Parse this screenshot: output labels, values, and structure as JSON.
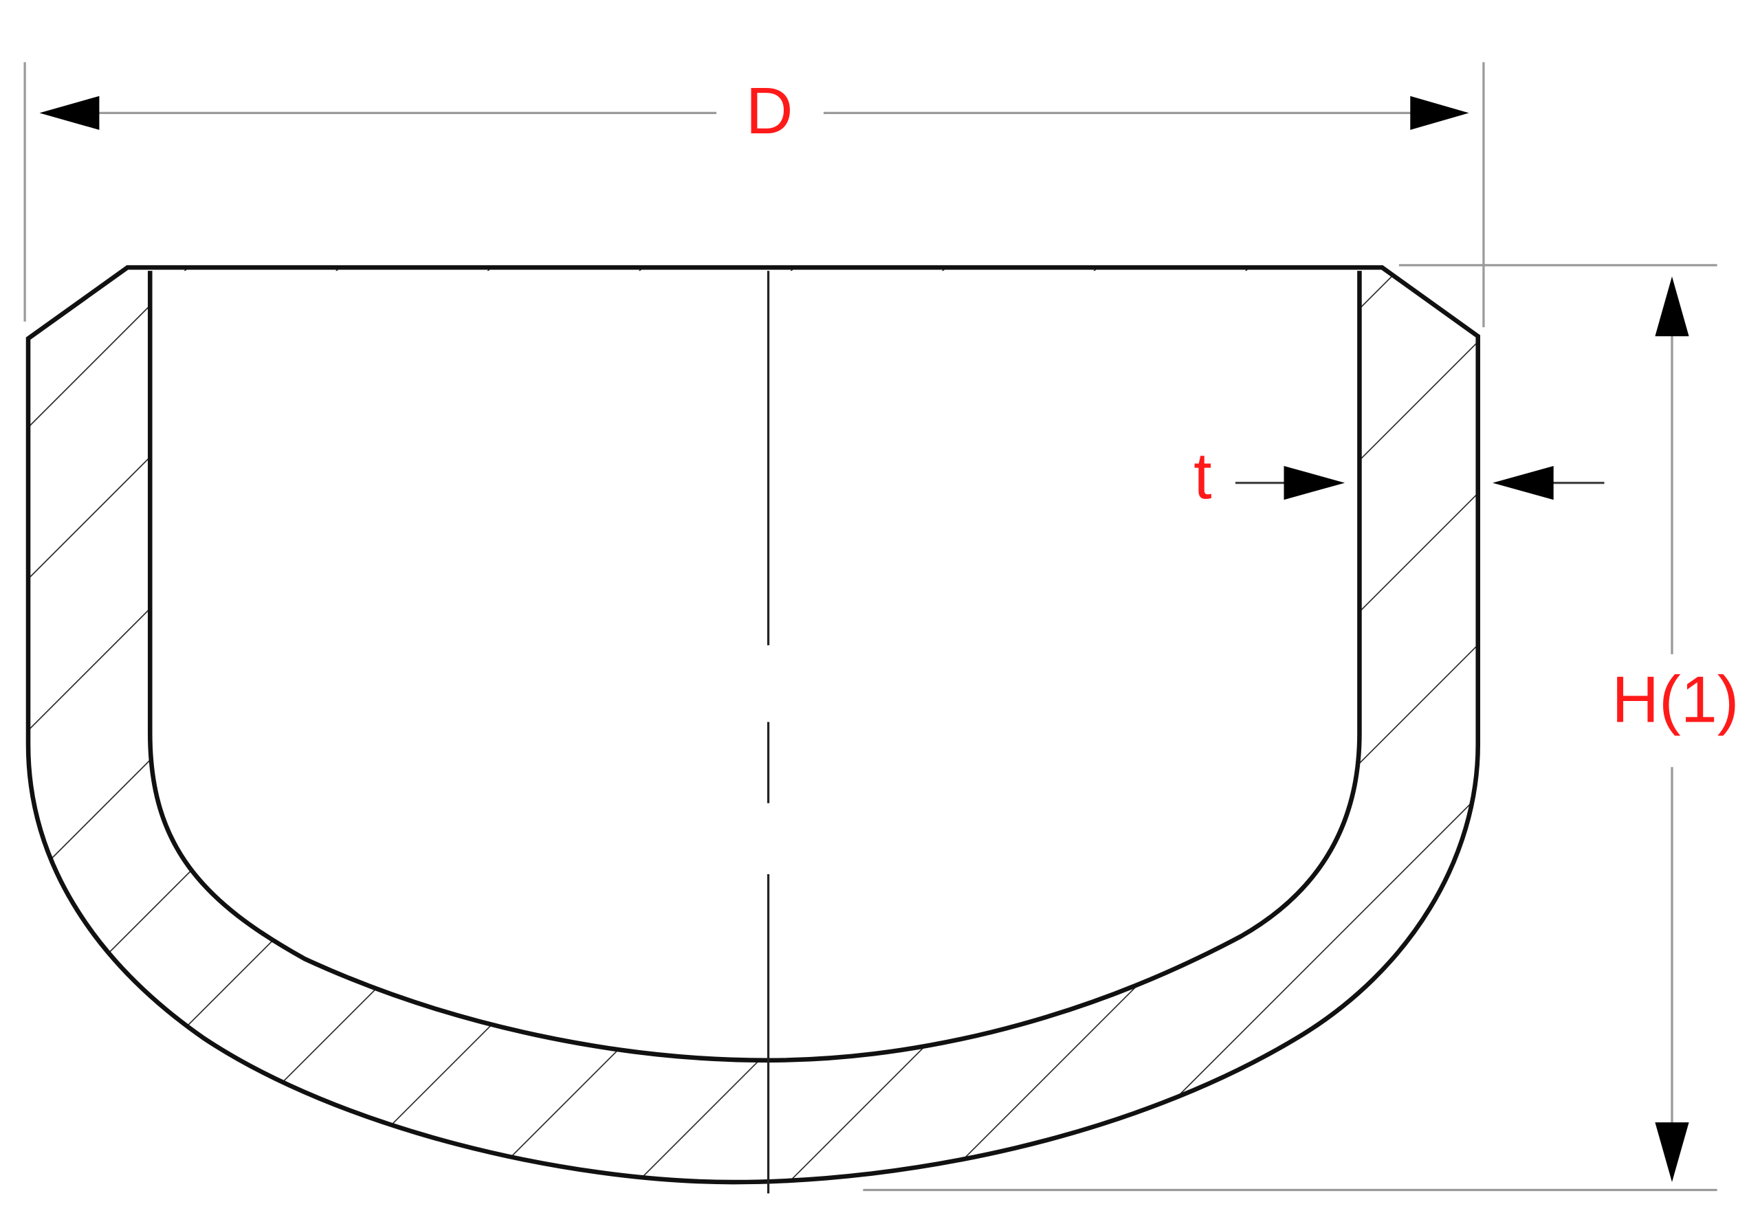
{
  "diagram": {
    "labels": {
      "diameter": "D",
      "thickness": "t",
      "height": "H(1)"
    },
    "colors": {
      "label": "#ff1a1a",
      "outline": "#111111",
      "dimension_line": "#9a9a9a"
    }
  }
}
